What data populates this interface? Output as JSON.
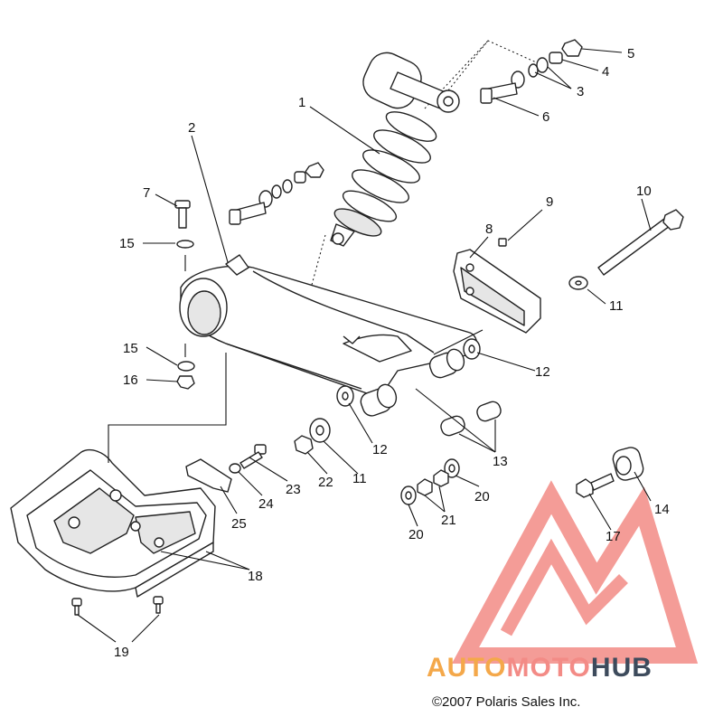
{
  "callouts": [
    "1",
    "2",
    "3",
    "4",
    "5",
    "6",
    "7",
    "8",
    "9",
    "10",
    "11",
    "11",
    "12",
    "12",
    "13",
    "14",
    "15",
    "15",
    "16",
    "17",
    "18",
    "19",
    "20",
    "20",
    "21",
    "22",
    "23",
    "24",
    "25"
  ],
  "watermark": {
    "part1": "AUTO",
    "part2": "MOTO",
    "part3": "HUB",
    "color_primary": "#f4a84a",
    "color_secondary": "#f38b86",
    "color_dark": "#3d4b5c"
  },
  "copyright": "©2007 Polaris Sales Inc."
}
